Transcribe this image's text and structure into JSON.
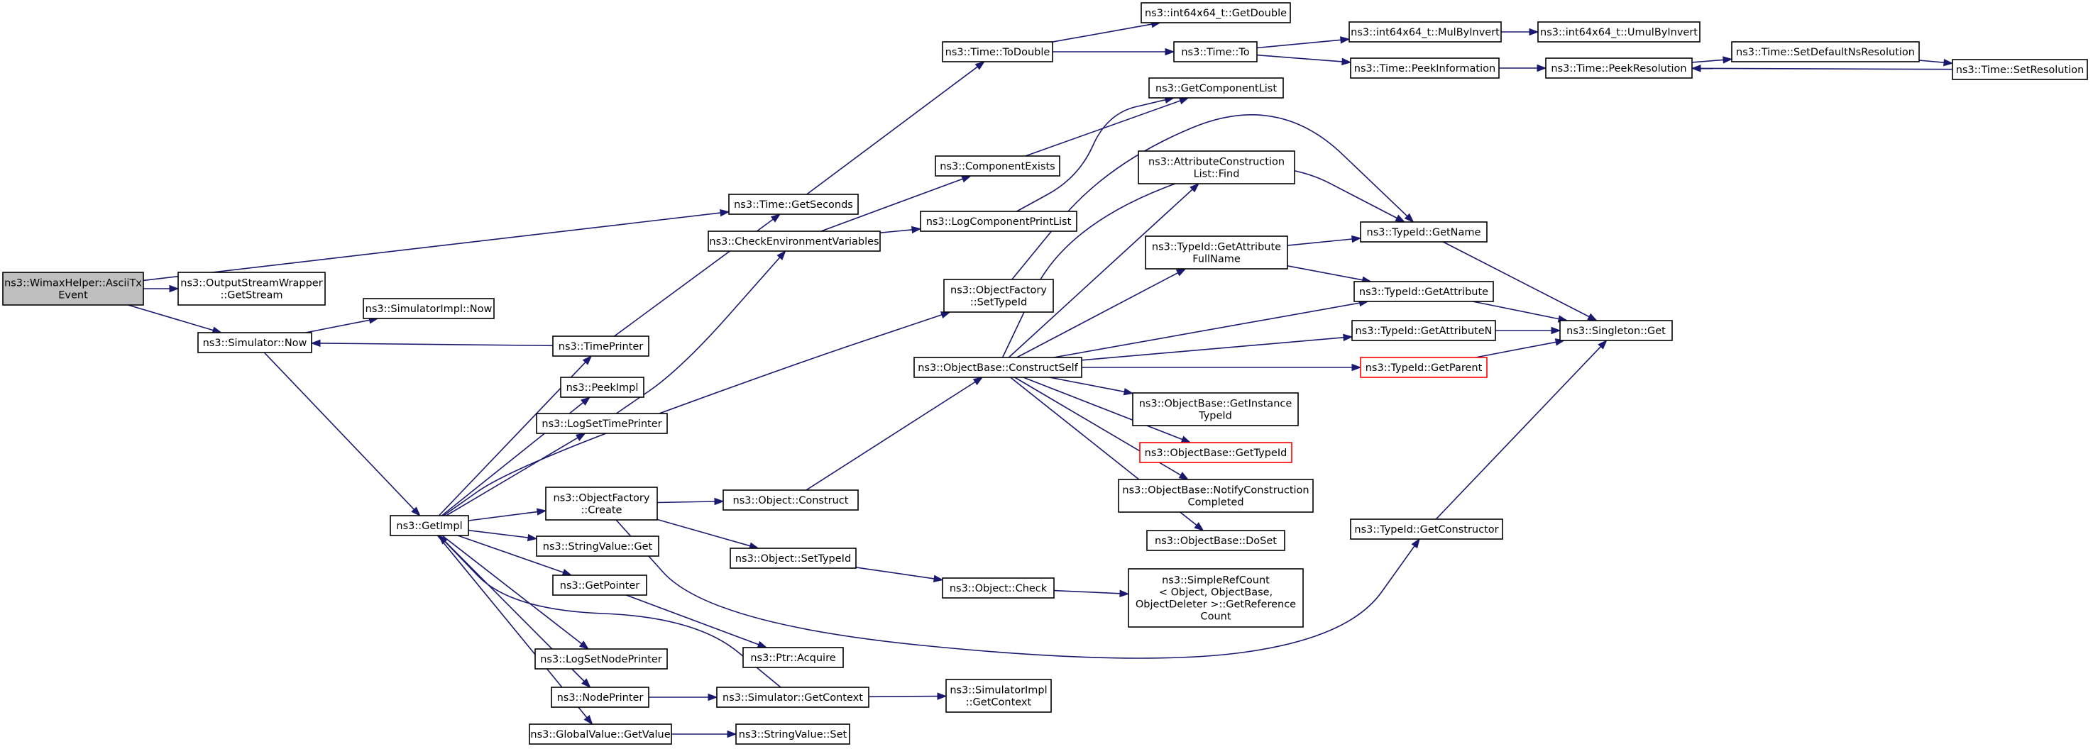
{
  "graph": {
    "colors": {
      "edge": "#191970",
      "node_border": "#000000",
      "root_fill": "#bfbfbf",
      "truncated_border": "#ff0000"
    },
    "nodes": {
      "root": {
        "lines": [
          "ns3::WimaxHelper::AsciiTx",
          "Event"
        ],
        "style": "root"
      },
      "outputstream": {
        "lines": [
          "ns3::OutputStreamWrapper",
          "::GetStream"
        ]
      },
      "simnow": {
        "lines": [
          "ns3::Simulator::Now"
        ]
      },
      "simimplnow": {
        "lines": [
          "ns3::SimulatorImpl::Now"
        ]
      },
      "getimpl": {
        "lines": [
          "ns3::GetImpl"
        ]
      },
      "timeprinter": {
        "lines": [
          "ns3::TimePrinter"
        ]
      },
      "peekimpl": {
        "lines": [
          "ns3::PeekImpl"
        ]
      },
      "logsettimeprinter": {
        "lines": [
          "ns3::LogSetTimePrinter"
        ]
      },
      "objfactorycreate": {
        "lines": [
          "ns3::ObjectFactory",
          "::Create"
        ]
      },
      "stringvalueget": {
        "lines": [
          "ns3::StringValue::Get"
        ]
      },
      "getpointer": {
        "lines": [
          "ns3::GetPointer"
        ]
      },
      "logsetnodeprinter": {
        "lines": [
          "ns3::LogSetNodePrinter"
        ]
      },
      "nodeprinter": {
        "lines": [
          "ns3::NodePrinter"
        ]
      },
      "globalvalueget": {
        "lines": [
          "ns3::GlobalValue::GetValue"
        ]
      },
      "timegetseconds": {
        "lines": [
          "ns3::Time::GetSeconds"
        ]
      },
      "checkenv": {
        "lines": [
          "ns3::CheckEnvironmentVariables"
        ]
      },
      "objconstruct": {
        "lines": [
          "ns3::Object::Construct"
        ]
      },
      "objsettypeid": {
        "lines": [
          "ns3::Object::SetTypeId"
        ]
      },
      "ptracquire": {
        "lines": [
          "ns3::Ptr::Acquire"
        ]
      },
      "simgetcontext": {
        "lines": [
          "ns3::Simulator::GetContext"
        ]
      },
      "stringvalueset": {
        "lines": [
          "ns3::StringValue::Set"
        ]
      },
      "timetodouble": {
        "lines": [
          "ns3::Time::ToDouble"
        ]
      },
      "componentexists": {
        "lines": [
          "ns3::ComponentExists"
        ]
      },
      "logcomplist": {
        "lines": [
          "ns3::LogComponentPrintList"
        ]
      },
      "objfactorysettypeid": {
        "lines": [
          "ns3::ObjectFactory",
          "::SetTypeId"
        ]
      },
      "constructself": {
        "lines": [
          "ns3::ObjectBase::ConstructSelf"
        ]
      },
      "objcheck": {
        "lines": [
          "ns3::Object::Check"
        ]
      },
      "simimplgetcontext": {
        "lines": [
          "ns3::SimulatorImpl",
          "::GetContext"
        ]
      },
      "int64getdouble": {
        "lines": [
          "ns3::int64x64_t::GetDouble"
        ]
      },
      "timeto": {
        "lines": [
          "ns3::Time::To"
        ]
      },
      "getcomplist": {
        "lines": [
          "ns3::GetComponentList"
        ]
      },
      "attrconstrfind": {
        "lines": [
          "ns3::AttributeConstruction",
          "List::Find"
        ]
      },
      "typeidgetattrfullname": {
        "lines": [
          "ns3::TypeId::GetAttribute",
          "FullName"
        ]
      },
      "getinstancetypeid": {
        "lines": [
          "ns3::ObjectBase::GetInstance",
          "TypeId"
        ]
      },
      "objbasegettypeid": {
        "lines": [
          "ns3::ObjectBase::GetTypeId"
        ],
        "style": "red"
      },
      "notifyconstruction": {
        "lines": [
          "ns3::ObjectBase::NotifyConstruction",
          "Completed"
        ]
      },
      "objbasedoset": {
        "lines": [
          "ns3::ObjectBase::DoSet"
        ]
      },
      "simplerefcount": {
        "lines": [
          "ns3::SimpleRefCount",
          "< Object, ObjectBase,",
          "ObjectDeleter >::GetReference",
          "Count"
        ]
      },
      "int64mulbyinvert": {
        "lines": [
          "ns3::int64x64_t::MulByInvert"
        ]
      },
      "timepeekinfo": {
        "lines": [
          "ns3::Time::PeekInformation"
        ]
      },
      "typeidgetname": {
        "lines": [
          "ns3::TypeId::GetName"
        ]
      },
      "typeidgetattr": {
        "lines": [
          "ns3::TypeId::GetAttribute"
        ]
      },
      "typeidgetattrn": {
        "lines": [
          "ns3::TypeId::GetAttributeN"
        ]
      },
      "typeidgetparent": {
        "lines": [
          "ns3::TypeId::GetParent"
        ],
        "style": "red"
      },
      "typeidgetconstructor": {
        "lines": [
          "ns3::TypeId::GetConstructor"
        ]
      },
      "int64umulbyinvert": {
        "lines": [
          "ns3::int64x64_t::UmulByInvert"
        ]
      },
      "timepeekres": {
        "lines": [
          "ns3::Time::PeekResolution"
        ]
      },
      "singletonget": {
        "lines": [
          "ns3::Singleton::Get"
        ]
      },
      "timesetdefaultns": {
        "lines": [
          "ns3::Time::SetDefaultNsResolution"
        ]
      },
      "timesetres": {
        "lines": [
          "ns3::Time::SetResolution"
        ]
      }
    },
    "edges": [
      [
        "root",
        "timegetseconds"
      ],
      [
        "root",
        "outputstream"
      ],
      [
        "root",
        "simnow"
      ],
      [
        "simnow",
        "simimplnow"
      ],
      [
        "simnow",
        "getimpl"
      ],
      [
        "timeprinter",
        "simnow"
      ],
      [
        "timeprinter",
        "timegetseconds"
      ],
      [
        "getimpl",
        "timeprinter"
      ],
      [
        "getimpl",
        "peekimpl"
      ],
      [
        "getimpl",
        "logsettimeprinter"
      ],
      [
        "getimpl",
        "objfactorysettypeid"
      ],
      [
        "getimpl",
        "objfactorycreate"
      ],
      [
        "getimpl",
        "stringvalueget"
      ],
      [
        "getimpl",
        "getpointer"
      ],
      [
        "getimpl",
        "logsetnodeprinter"
      ],
      [
        "getimpl",
        "nodeprinter"
      ],
      [
        "getimpl",
        "globalvalueget"
      ],
      [
        "simgetcontext",
        "getimpl"
      ],
      [
        "logsettimeprinter",
        "checkenv"
      ],
      [
        "timegetseconds",
        "timetodouble"
      ],
      [
        "checkenv",
        "componentexists"
      ],
      [
        "checkenv",
        "logcomplist"
      ],
      [
        "objfactorycreate",
        "objconstruct"
      ],
      [
        "objfactorycreate",
        "objsettypeid"
      ],
      [
        "objfactorycreate",
        "typeidgetconstructor"
      ],
      [
        "objconstruct",
        "constructself"
      ],
      [
        "objsettypeid",
        "objcheck"
      ],
      [
        "objcheck",
        "simplerefcount"
      ],
      [
        "getpointer",
        "ptracquire"
      ],
      [
        "nodeprinter",
        "simgetcontext"
      ],
      [
        "simgetcontext",
        "simimplgetcontext"
      ],
      [
        "globalvalueget",
        "stringvalueset"
      ],
      [
        "timetodouble",
        "int64getdouble"
      ],
      [
        "timetodouble",
        "timeto"
      ],
      [
        "timeto",
        "int64mulbyinvert"
      ],
      [
        "timeto",
        "timepeekinfo"
      ],
      [
        "int64mulbyinvert",
        "int64umulbyinvert"
      ],
      [
        "timepeekinfo",
        "timepeekres"
      ],
      [
        "timepeekres",
        "timesetdefaultns"
      ],
      [
        "timesetdefaultns",
        "timesetres"
      ],
      [
        "timesetres",
        "timepeekres"
      ],
      [
        "componentexists",
        "getcomplist"
      ],
      [
        "logcomplist",
        "getcomplist"
      ],
      [
        "objfactorysettypeid",
        "typeidgetname"
      ],
      [
        "constructself",
        "attrconstrfind"
      ],
      [
        "constructself",
        "typeidgetattrfullname"
      ],
      [
        "constructself",
        "typeidgetname"
      ],
      [
        "constructself",
        "typeidgetattr"
      ],
      [
        "constructself",
        "typeidgetattrn"
      ],
      [
        "constructself",
        "typeidgetparent"
      ],
      [
        "constructself",
        "getinstancetypeid"
      ],
      [
        "constructself",
        "objbasegettypeid"
      ],
      [
        "constructself",
        "notifyconstruction"
      ],
      [
        "constructself",
        "objbasedoset"
      ],
      [
        "typeidgetattrfullname",
        "typeidgetname"
      ],
      [
        "typeidgetattrfullname",
        "typeidgetattr"
      ],
      [
        "typeidgetname",
        "singletonget"
      ],
      [
        "typeidgetattr",
        "singletonget"
      ],
      [
        "typeidgetattrn",
        "singletonget"
      ],
      [
        "typeidgetparent",
        "singletonget"
      ],
      [
        "typeidgetconstructor",
        "singletonget"
      ]
    ]
  }
}
